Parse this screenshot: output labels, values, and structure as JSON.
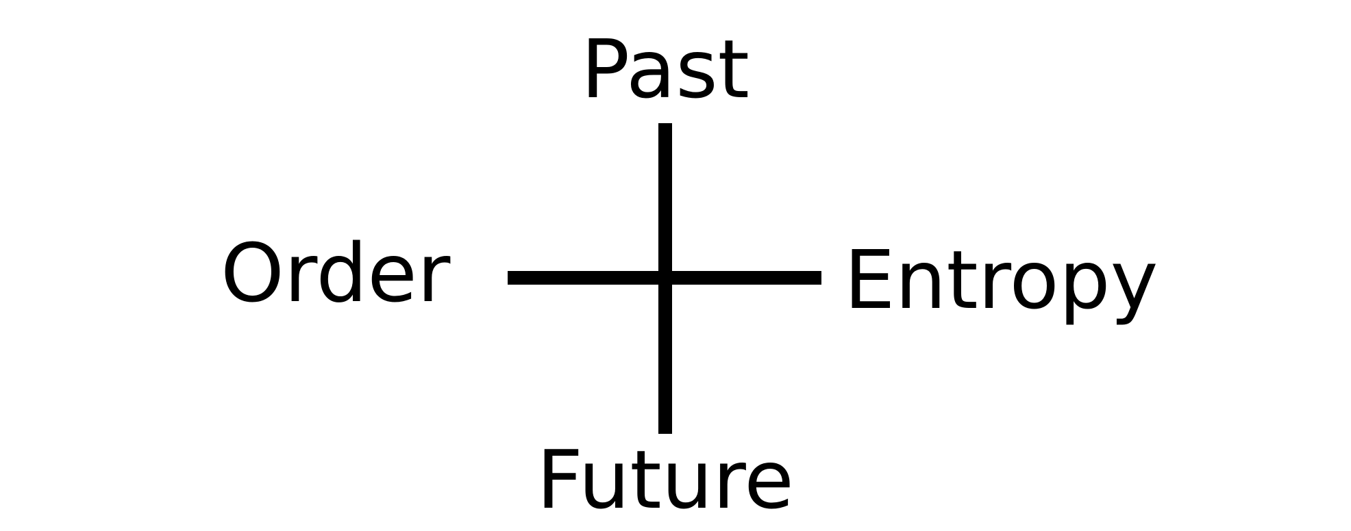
{
  "diagram": {
    "labels": {
      "top": "Past",
      "bottom": "Future",
      "left": "Order",
      "right": "Entropy"
    }
  }
}
